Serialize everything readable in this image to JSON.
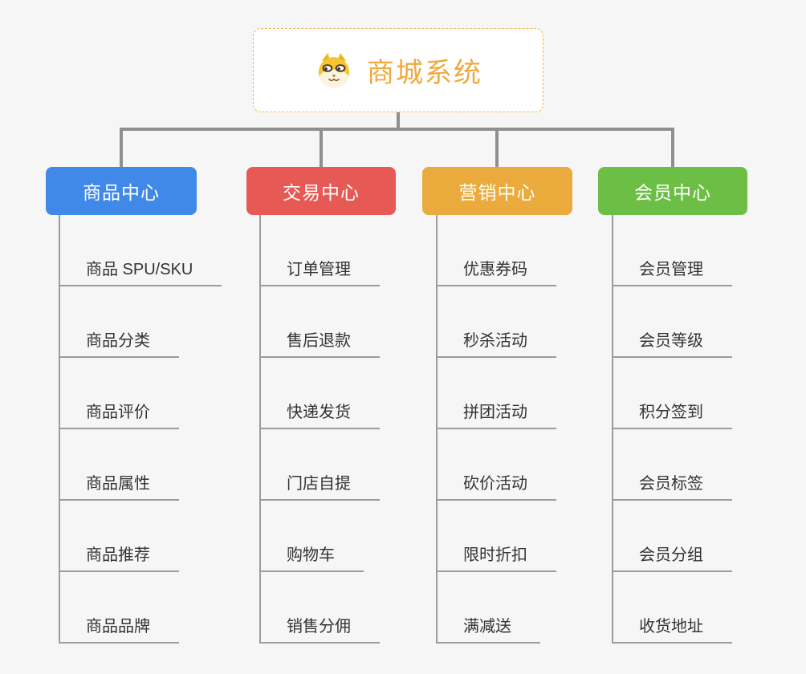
{
  "root": {
    "title": "商城系统",
    "icon": "dog-face-icon",
    "title_color": "#EFA93F",
    "border_color": "#F1B44A"
  },
  "connector_color": "#8F8F8F",
  "underline_color": "#9C9C9C",
  "background_color": "#F6F6F6",
  "branches": [
    {
      "label": "商品中心",
      "color": "#4189E8",
      "items": [
        "商品 SPU/SKU",
        "商品分类",
        "商品评价",
        "商品属性",
        "商品推荐",
        "商品品牌"
      ]
    },
    {
      "label": "交易中心",
      "color": "#E65955",
      "items": [
        "订单管理",
        "售后退款",
        "快递发货",
        "门店自提",
        "购物车",
        "销售分佣"
      ]
    },
    {
      "label": "营销中心",
      "color": "#EAAB3C",
      "items": [
        "优惠券码",
        "秒杀活动",
        "拼团活动",
        "砍价活动",
        "限时折扣",
        "满减送"
      ]
    },
    {
      "label": "会员中心",
      "color": "#6CBE45",
      "items": [
        "会员管理",
        "会员等级",
        "积分签到",
        "会员标签",
        "会员分组",
        "收货地址"
      ]
    }
  ]
}
